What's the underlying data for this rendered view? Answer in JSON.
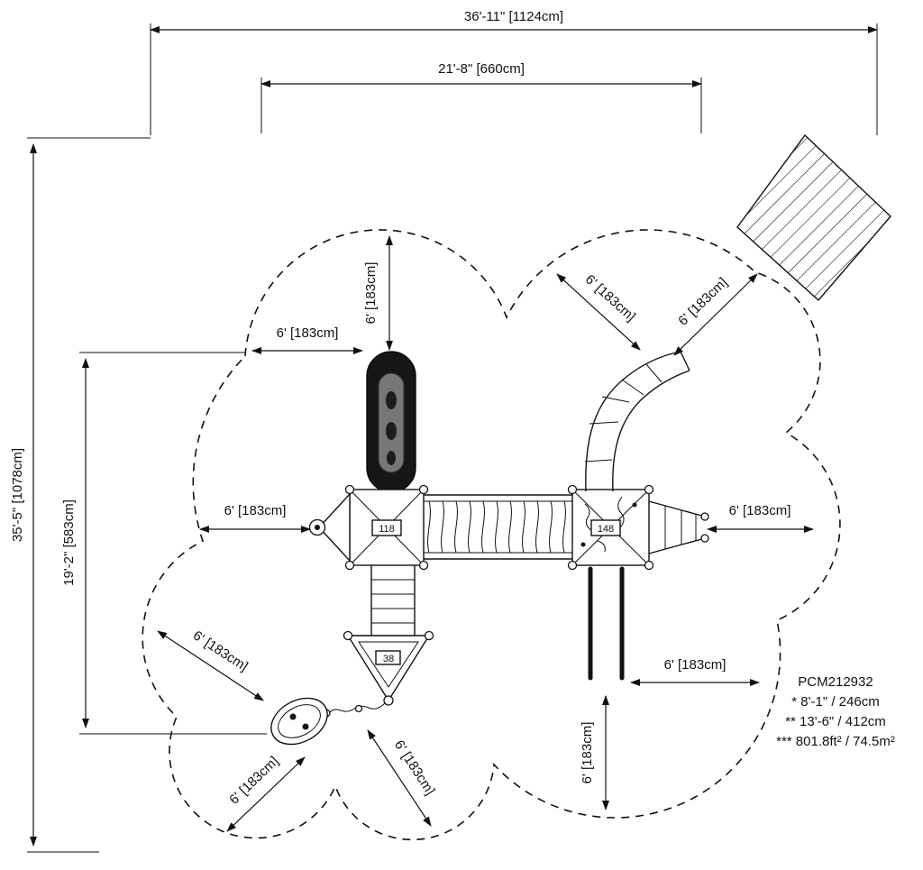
{
  "drawing": {
    "part_number": "PCM212932",
    "notes": [
      "* 8'-1\" / 246cm",
      "** 13'-6\" / 412cm",
      "*** 801.8ft² / 74.5m²"
    ],
    "dims": {
      "overall_width": "36'-11\" [1124cm]",
      "inner_width": "21'-8\" [660cm]",
      "overall_depth": "35'-5\" [1078cm]",
      "inner_depth": "19'-2\" [583cm]",
      "clearance": "6' [183cm]"
    },
    "platforms": {
      "deck_118": "118",
      "deck_148": "148",
      "deck_38": "38"
    }
  }
}
